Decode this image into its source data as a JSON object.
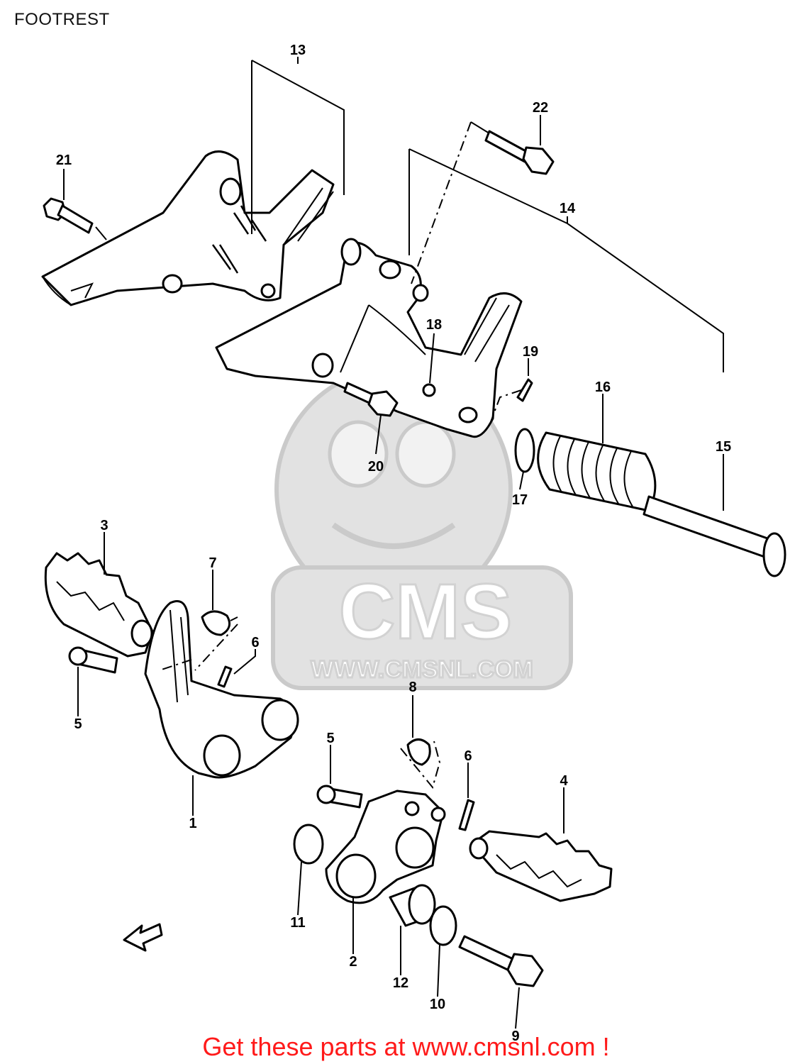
{
  "title": "FOOTREST",
  "footer_text": "Get these parts at www.cmsnl.com !",
  "watermark": {
    "brand": "CMS",
    "url": "WWW.CMSNL.COM"
  },
  "callouts": [
    {
      "id": "c13",
      "text": "13"
    },
    {
      "id": "c22",
      "text": "22"
    },
    {
      "id": "c21",
      "text": "21"
    },
    {
      "id": "c14",
      "text": "14"
    },
    {
      "id": "c18",
      "text": "18"
    },
    {
      "id": "c19",
      "text": "19"
    },
    {
      "id": "c16",
      "text": "16"
    },
    {
      "id": "c20",
      "text": "20"
    },
    {
      "id": "c15",
      "text": "15"
    },
    {
      "id": "c17",
      "text": "17"
    },
    {
      "id": "c3",
      "text": "3"
    },
    {
      "id": "c7",
      "text": "7"
    },
    {
      "id": "c6a",
      "text": "6"
    },
    {
      "id": "c5a",
      "text": "5"
    },
    {
      "id": "c8",
      "text": "8"
    },
    {
      "id": "c5b",
      "text": "5"
    },
    {
      "id": "c6b",
      "text": "6"
    },
    {
      "id": "c4",
      "text": "4"
    },
    {
      "id": "c1",
      "text": "1"
    },
    {
      "id": "c11",
      "text": "11"
    },
    {
      "id": "c2",
      "text": "2"
    },
    {
      "id": "c12",
      "text": "12"
    },
    {
      "id": "c10",
      "text": "10"
    },
    {
      "id": "c9",
      "text": "9"
    }
  ],
  "colors": {
    "footer": "#ff1a1a",
    "watermark": "#dcdcdc",
    "lines": "#000000"
  }
}
